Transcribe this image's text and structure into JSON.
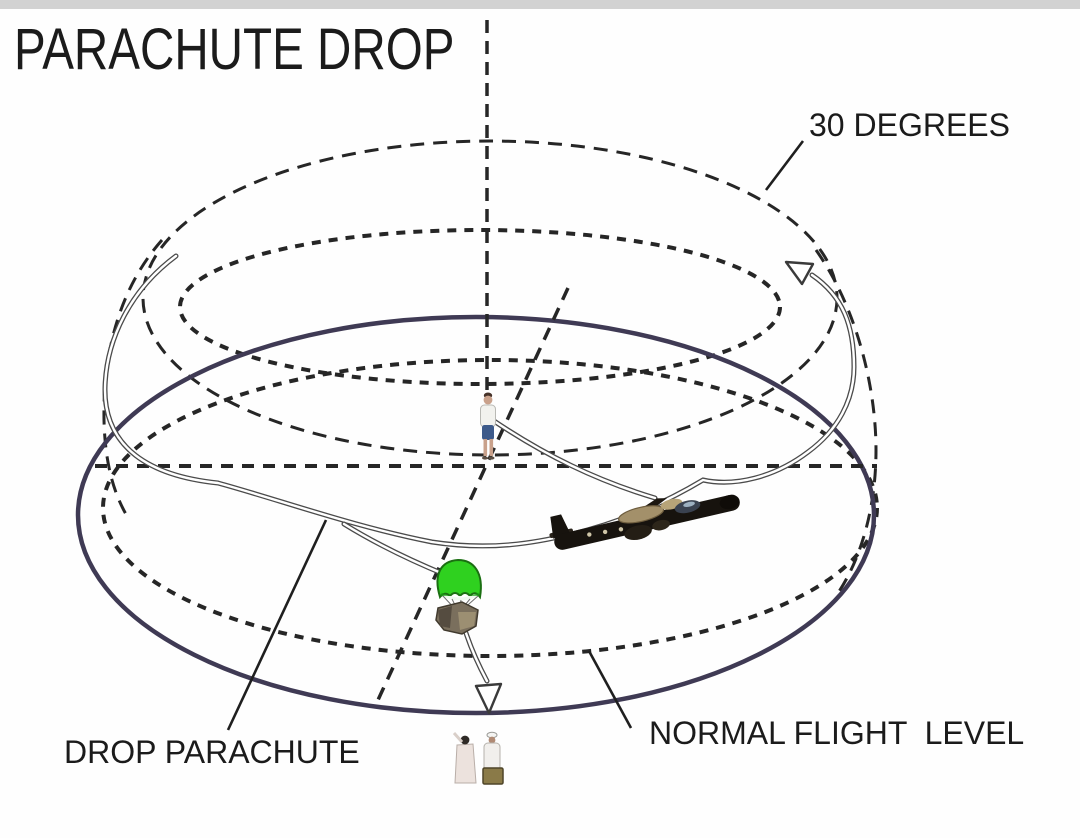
{
  "page": {
    "background": "#fefefe",
    "top_border_color": "#d2d2d2"
  },
  "diagram": {
    "title": "PARACHUTE DROP",
    "labels": {
      "degrees": "30 DEGREES",
      "drop_parachute": "DROP PARACHUTE",
      "normal_flight_level": "NORMAL FLIGHT  LEVEL"
    },
    "colors": {
      "ink": "#262626",
      "flight_level_ellipse": "#3f3a54",
      "parachute_canopy": "#2fd11f",
      "aircraft_body": "#17130e",
      "supply_bundle": "#7a6f5d"
    },
    "illustrations": {
      "aircraft": "ww2-bomber-climbing-right",
      "parachute": "green-supply-parachute-with-bundle",
      "jumper": "standing-person-at-drop-axis",
      "ground_crew": "two-people-waiting-on-ground",
      "climb_arrow": "open-arrowhead-on-spiral-path",
      "drop_arrow": "open-arrowhead-pointing-down-to-ground-crew"
    }
  }
}
